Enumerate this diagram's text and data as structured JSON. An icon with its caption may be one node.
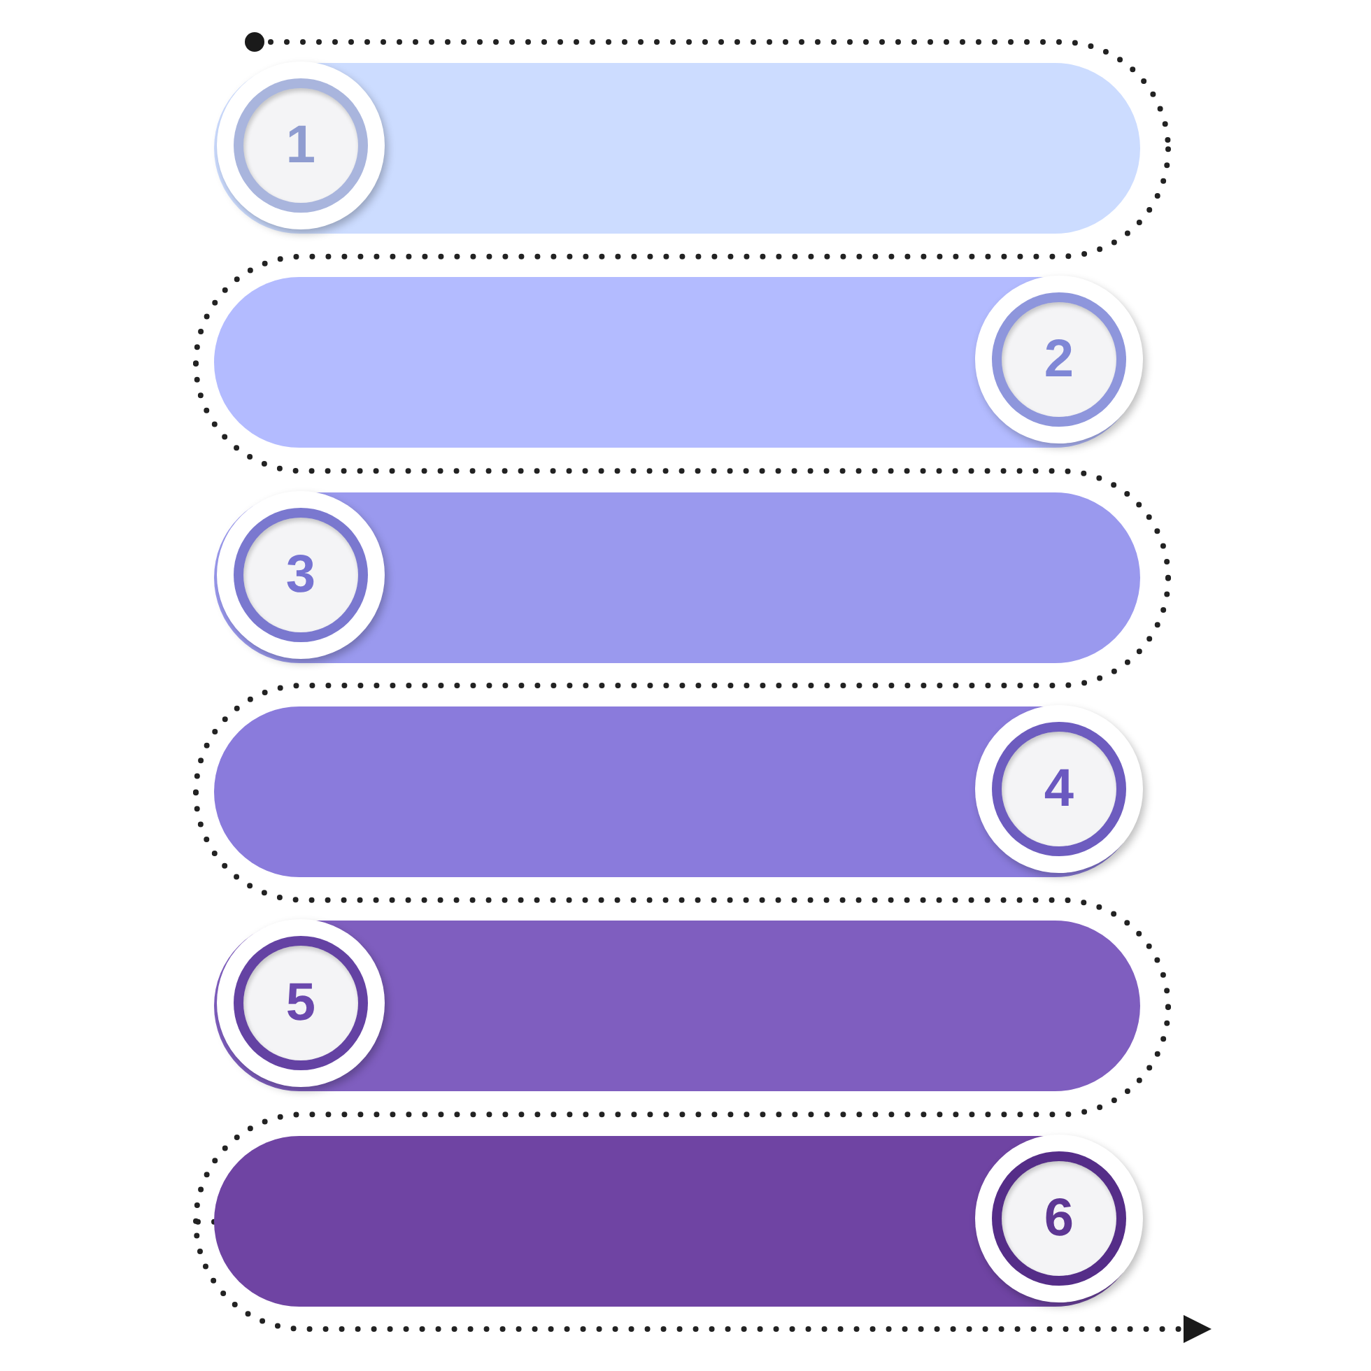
{
  "diagram": {
    "nodes": [
      {
        "text": [
          "1"
        ]
      },
      {
        "text": [
          "2"
        ]
      },
      {
        "text": [
          "3"
        ]
      },
      {
        "text": [
          "4"
        ]
      },
      {
        "text": [
          "5"
        ]
      },
      {
        "text": [
          "6"
        ]
      }
    ],
    "edges": [
      {
        "from": null,
        "to": 0,
        "arrow": "other",
        "style": "dashed"
      },
      {
        "from": 0,
        "to": 1,
        "arrow": "none",
        "style": "dashed"
      },
      {
        "from": 1,
        "to": 2,
        "arrow": "none",
        "style": "dashed"
      },
      {
        "from": 2,
        "to": 3,
        "arrow": "none",
        "style": "dashed"
      },
      {
        "from": 3,
        "to": 4,
        "arrow": "none",
        "style": "dashed"
      },
      {
        "from": 4,
        "to": 5,
        "arrow": "none",
        "style": "dashed"
      },
      {
        "from": 5,
        "to": null,
        "arrow": "to",
        "style": "dashed"
      }
    ]
  }
}
